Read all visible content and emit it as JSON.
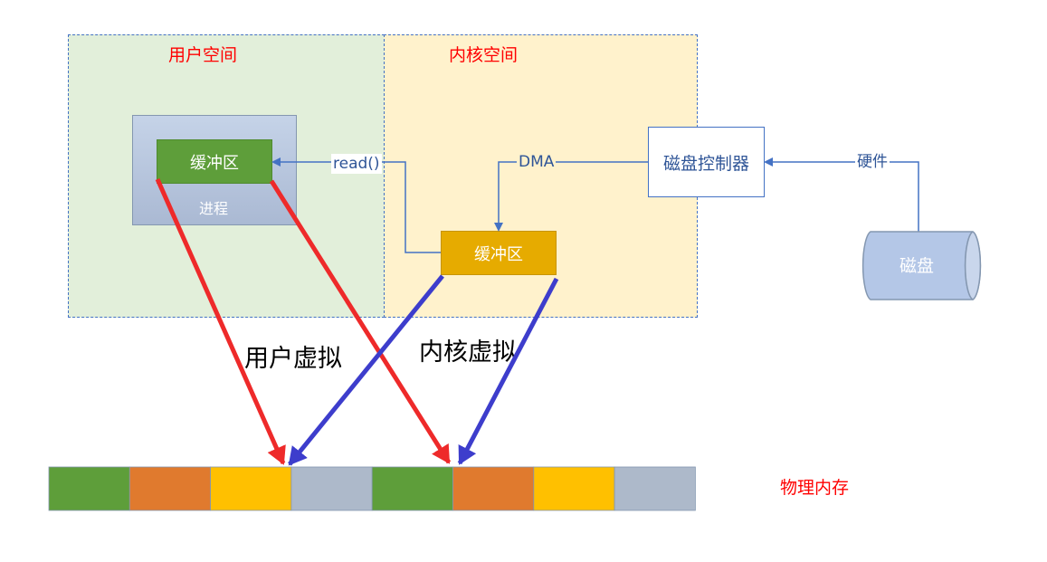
{
  "regions": {
    "user_space": "用户空间",
    "kernel_space": "内核空间"
  },
  "process": {
    "buffer_label": "缓冲区",
    "label": "进程"
  },
  "kernel": {
    "buffer_label": "缓冲区"
  },
  "disk_controller": "磁盘控制器",
  "disk": "磁盘",
  "edges": {
    "read": "read()",
    "dma": "DMA",
    "hardware": "硬件"
  },
  "mapping_labels": {
    "user_virtual": "用户虚拟",
    "kernel_virtual": "内核虚拟"
  },
  "physical_memory": {
    "label": "物理内存",
    "cells": [
      "green",
      "orange",
      "yellow",
      "blue",
      "green",
      "orange",
      "yellow",
      "blue"
    ]
  },
  "colors": {
    "green": "#5e9e3a",
    "orange": "#e07a2e",
    "yellow": "#ffc000",
    "blue": "#adb9ca",
    "user_arrow": "#ee2a2a",
    "kernel_arrow": "#3d3dcc",
    "connector": "#4472c4"
  }
}
